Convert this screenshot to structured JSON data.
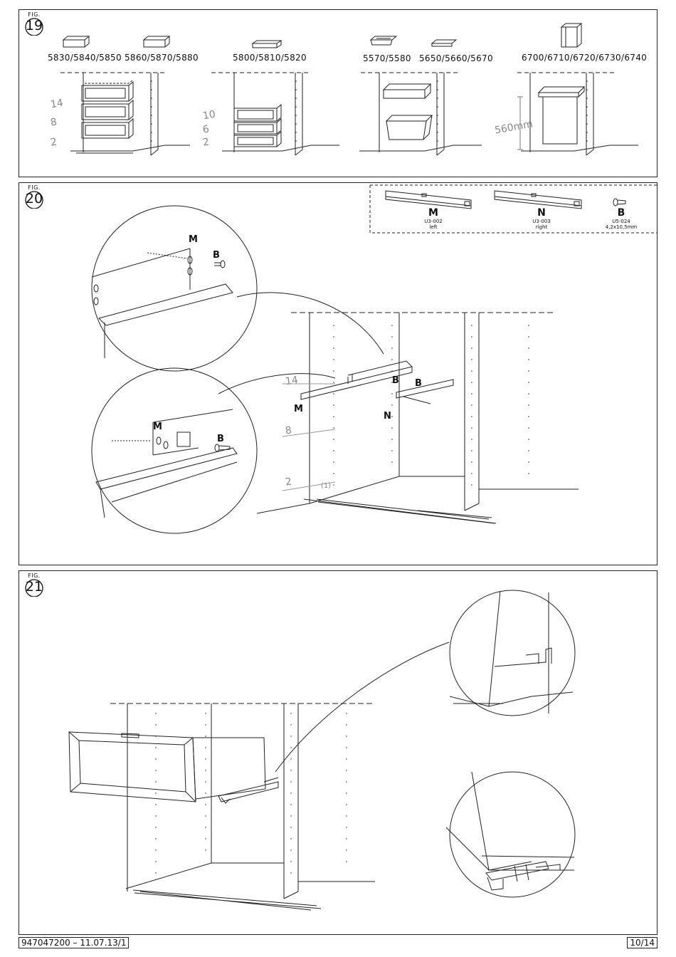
{
  "fig19": {
    "fig_label": "FIG.",
    "fig_number": "19",
    "codes": [
      "5830/5840/5850",
      "5860/5870/5880",
      "5800/5810/5820",
      "5570/5580",
      "5650/5660/5670",
      "6700/6710/6720/6730/6740"
    ],
    "levels_a": [
      "14",
      "8",
      "2"
    ],
    "levels_b": [
      "10",
      "6",
      "2"
    ],
    "measure": "560mm"
  },
  "fig20": {
    "fig_label": "FIG.",
    "fig_number": "20",
    "parts": [
      {
        "letter": "M",
        "code": "U3-002",
        "side": "left"
      },
      {
        "letter": "N",
        "code": "U3-003",
        "side": "right"
      },
      {
        "letter": "B",
        "code": "U5-024",
        "side": "4,2x10,5mm"
      }
    ],
    "callouts": {
      "m": "M",
      "n": "N",
      "b": "B"
    },
    "levels": [
      "14",
      "8",
      "2"
    ],
    "hole_mark": "(1)"
  },
  "fig21": {
    "fig_label": "FIG.",
    "fig_number": "21"
  },
  "footer": {
    "doc_id": "947047200  –  11.07.13/1",
    "page": "10/14"
  }
}
